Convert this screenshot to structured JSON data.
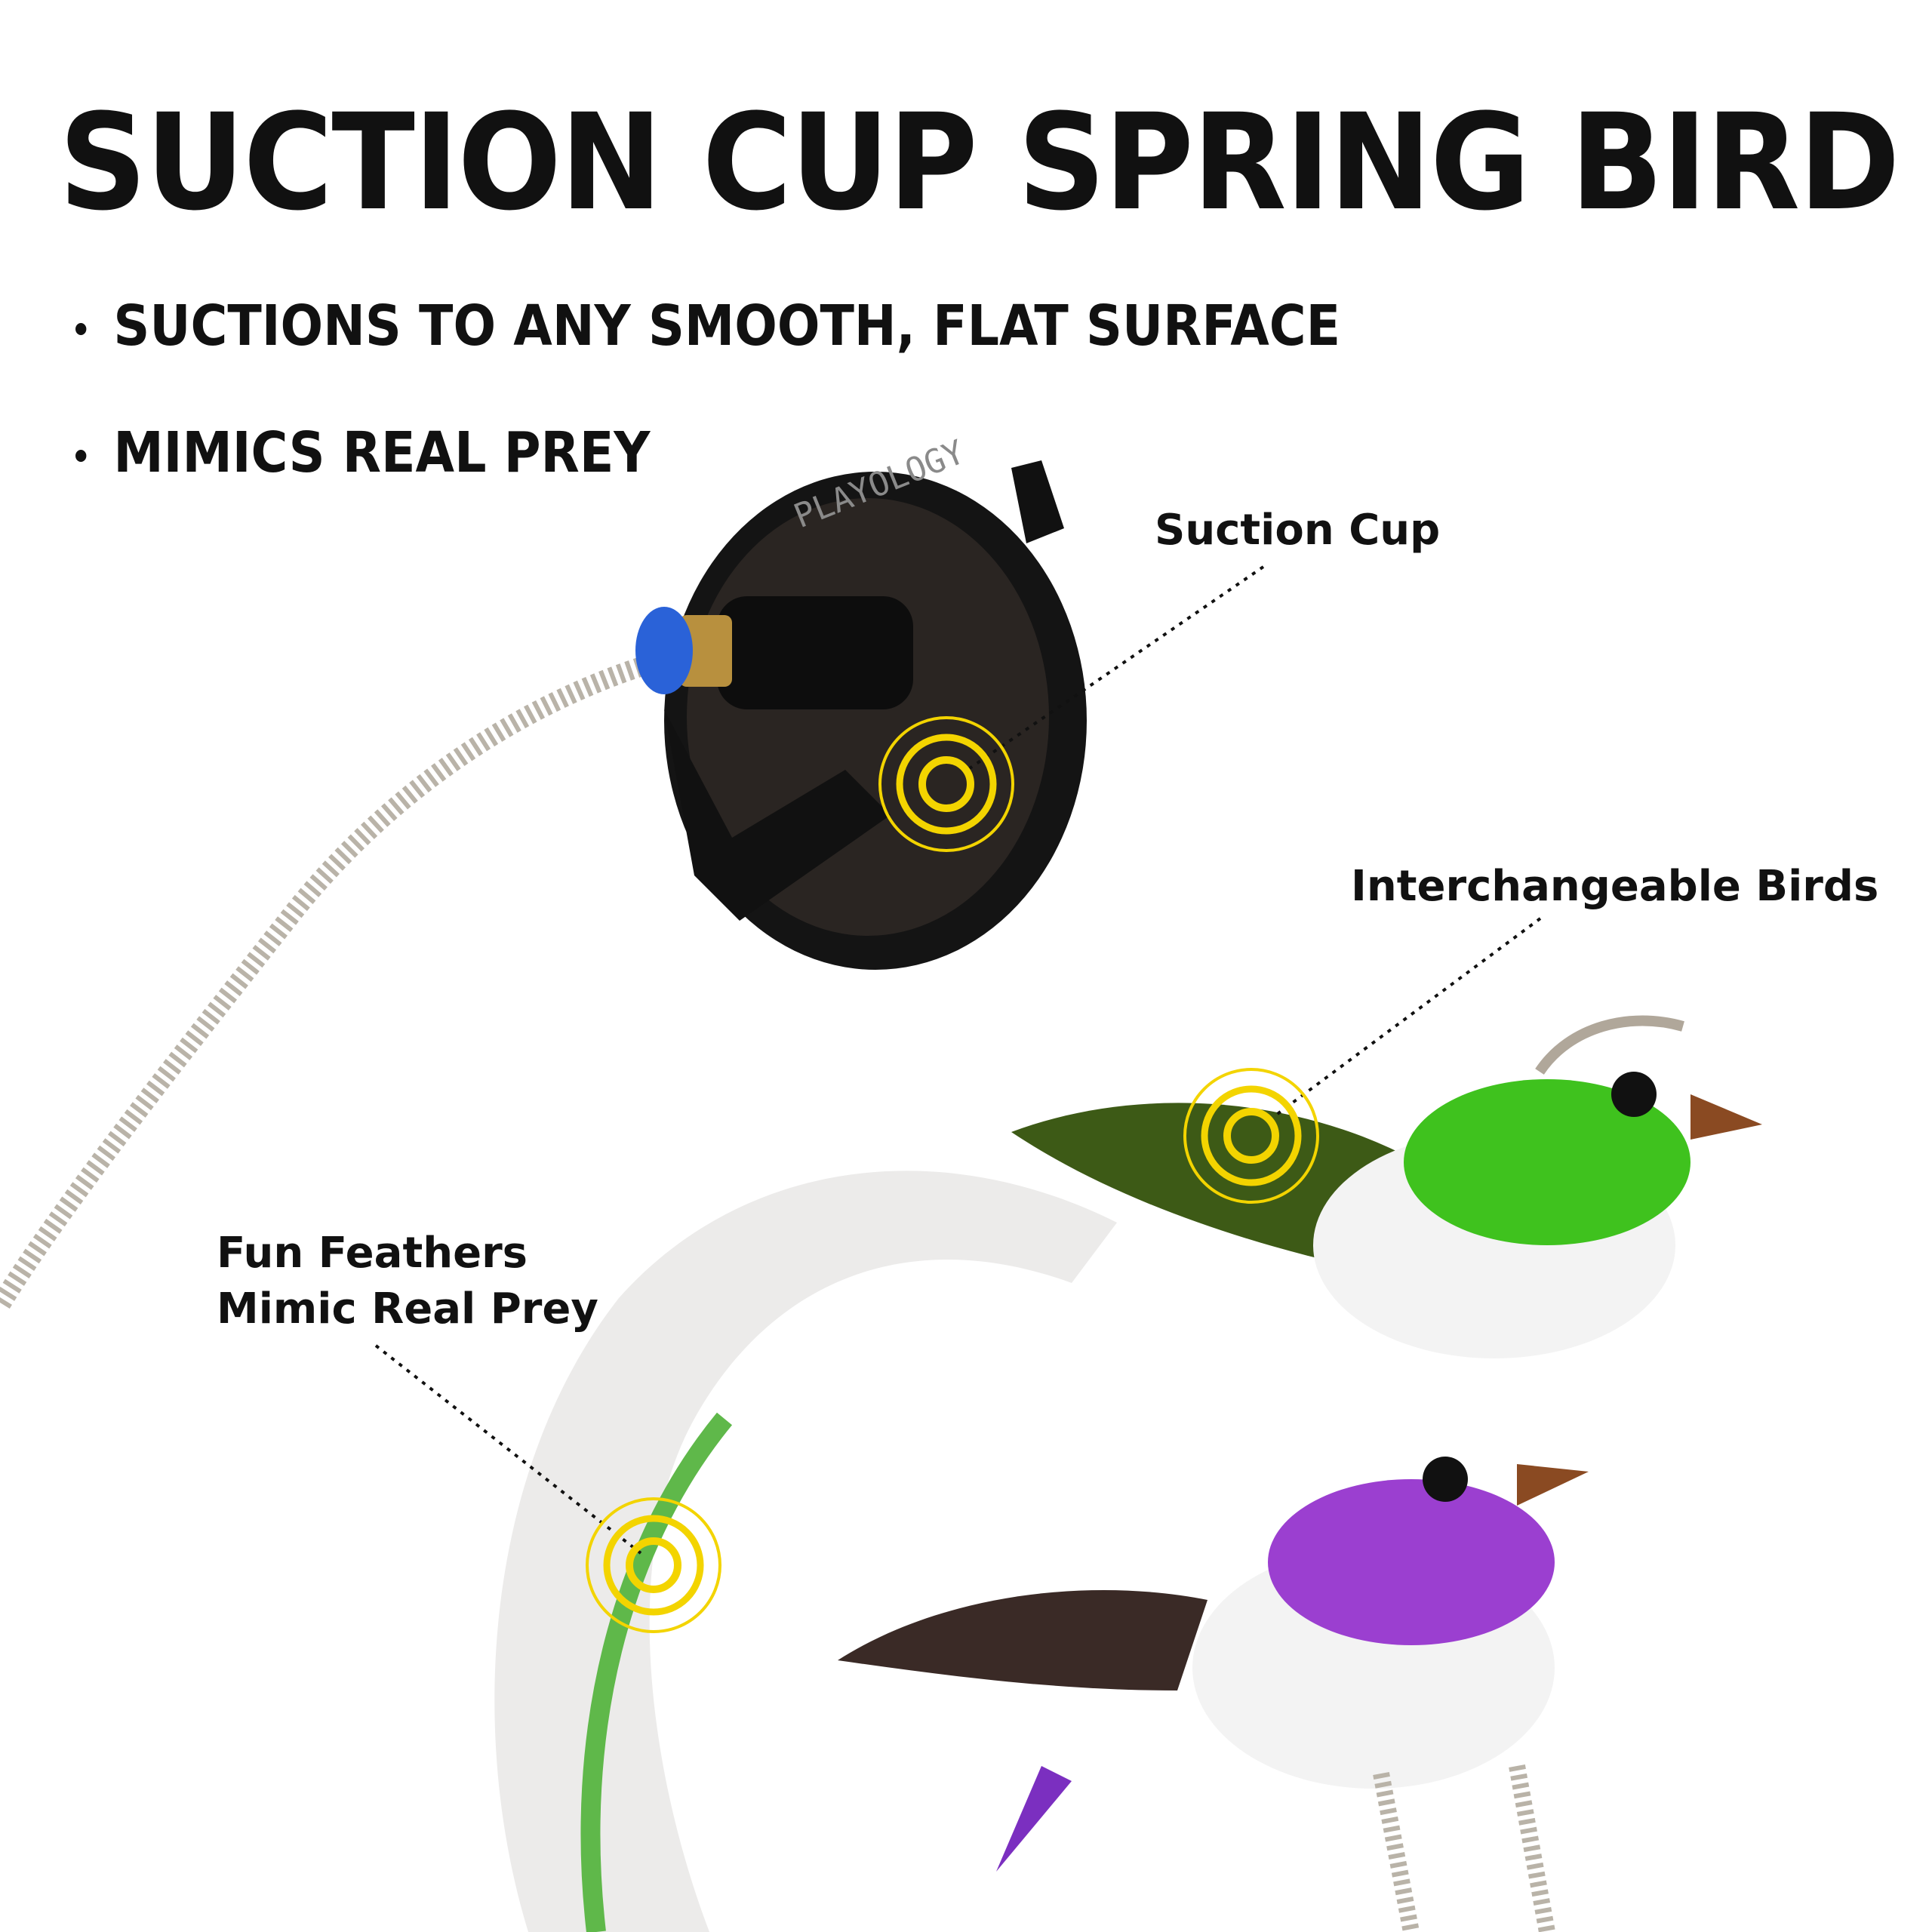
{
  "title": "SUCTION CUP SPRING BIRD",
  "bullets": [
    "SUCTIONS TO ANY SMOOTH, FLAT SURFACE",
    "MIMICS REAL PREY"
  ],
  "callouts": {
    "suction_cup": "Suction Cup",
    "birds": "Interchangeable Birds",
    "feathers_line1": "Fun Feathers",
    "feathers_line2": "Mimic Real Prey"
  },
  "logo_text": "PLAYOLOGY",
  "colors": {
    "target_ring": "#f3d400",
    "green_bird": "#3fc21e",
    "purple_bird": "#9b3fd0",
    "suction_cup": "#1a1a1a",
    "connector_blue": "#2a62d8"
  }
}
